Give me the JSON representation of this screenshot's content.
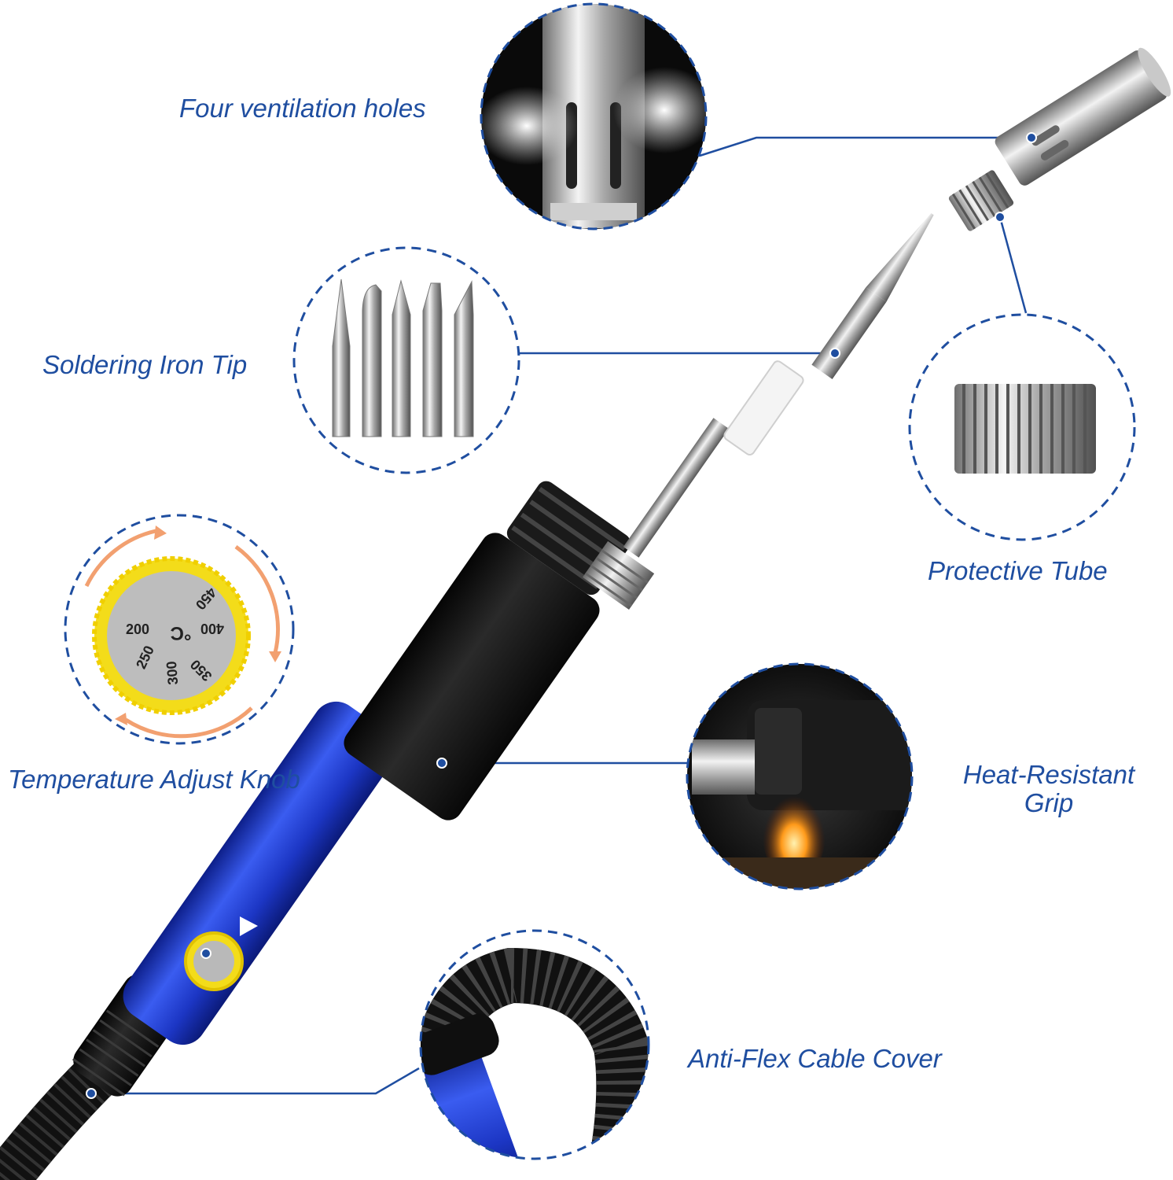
{
  "labels": {
    "ventilation": "Four ventilation holes",
    "tip": "Soldering Iron Tip",
    "protective": "Protective Tube",
    "knob": "Temperature Adjust Knob",
    "grip_line1": "Heat-Resistant",
    "grip_line2": "Grip",
    "cable": "Anti-Flex Cable Cover"
  },
  "dial": {
    "unit": "°C",
    "values": [
      "200",
      "250",
      "300",
      "350",
      "400",
      "450"
    ]
  },
  "colors": {
    "label_blue": "#1f4ea0",
    "dashed_circle": "#1f4ea0",
    "leader_line": "#1f4ea0",
    "handle_blue": "#1f3fc8",
    "grip_black": "#151515",
    "knob_yellow": "#f3dc1a",
    "arrow_orange": "#f2a070"
  }
}
